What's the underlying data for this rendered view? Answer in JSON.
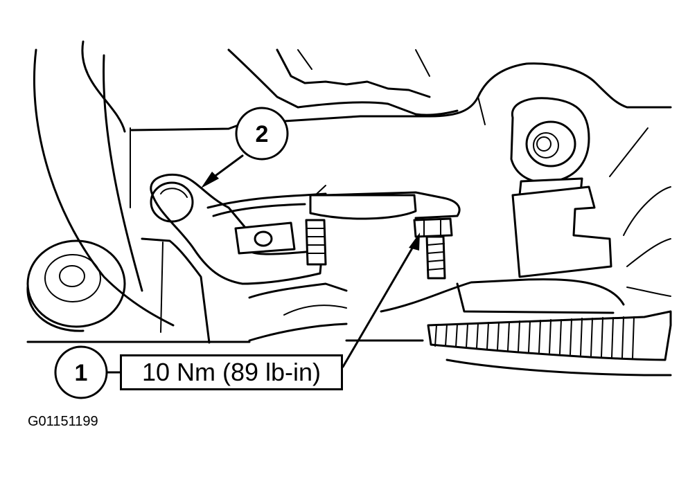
{
  "callouts": [
    {
      "number": "1"
    },
    {
      "number": "2"
    }
  ],
  "torque_spec": "10 Nm (89 lb-in)",
  "figure_id": "G01151199"
}
